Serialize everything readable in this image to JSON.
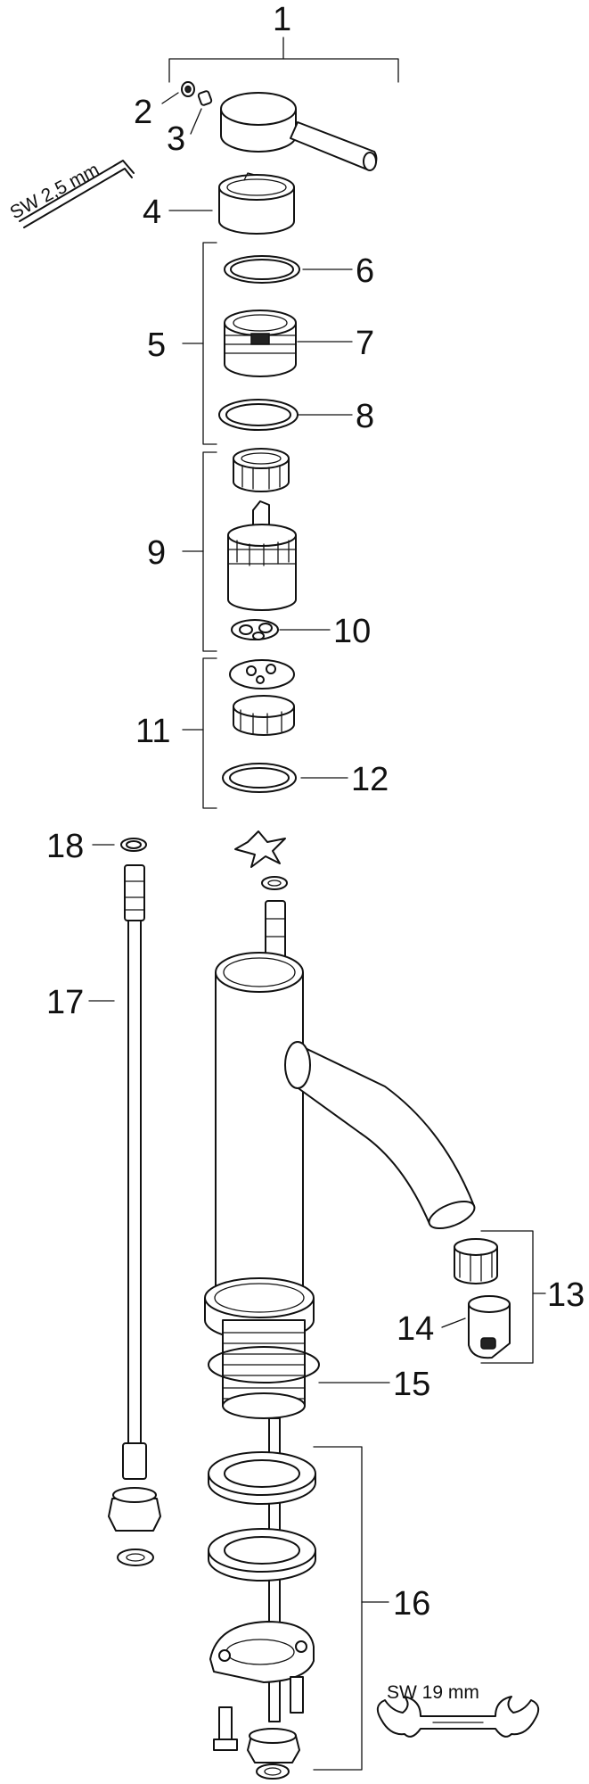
{
  "callouts": {
    "n1": "1",
    "n2": "2",
    "n3": "3",
    "n4": "4",
    "n5": "5",
    "n6": "6",
    "n7": "7",
    "n8": "8",
    "n9": "9",
    "n10": "10",
    "n11": "11",
    "n12": "12",
    "n13": "13",
    "n14": "14",
    "n15": "15",
    "n16": "16",
    "n17": "17",
    "n18": "18"
  },
  "tools": {
    "hex_key": "SW 2,5 mm",
    "wrench": "SW 19 mm"
  }
}
